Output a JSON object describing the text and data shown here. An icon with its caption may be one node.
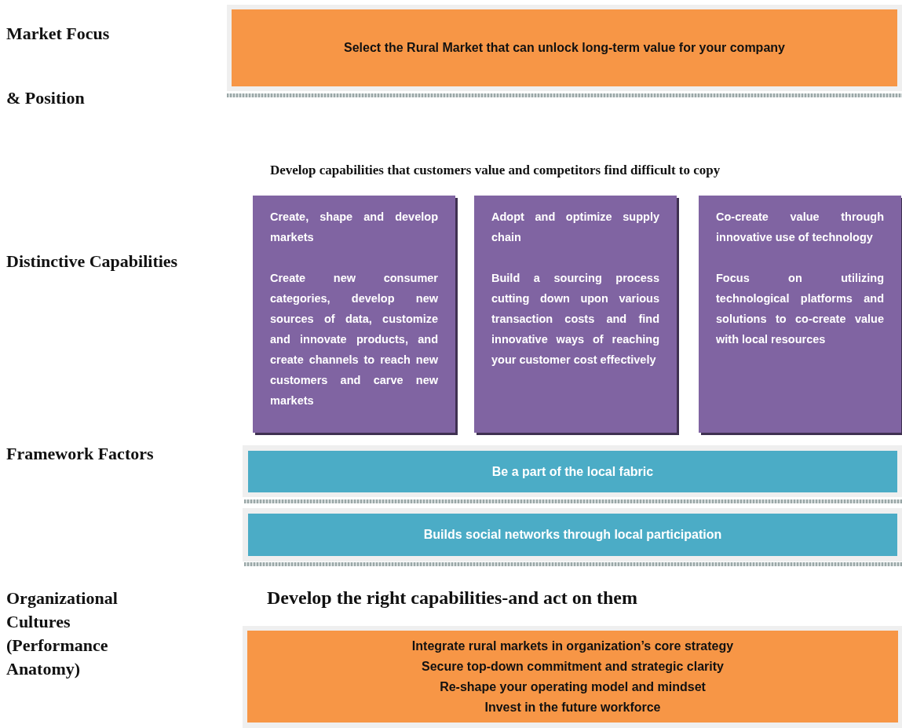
{
  "diagram": {
    "nodes": [
      {
        "text": [
          "Select the Rural Market that can unlock long-term value for your company"
        ]
      },
      {
        "text": [
          "Create, shape and develop markets",
          "Create new consumer categories, develop new sources of data, customize and innovate products, and create channels to reach new customers and carve new markets"
        ]
      },
      {
        "text": [
          "Adopt and optimize supply chain",
          "Build a sourcing process cutting down upon various transaction costs and find innovative ways of reaching your customer cost effectively"
        ]
      },
      {
        "text": [
          "Co-create value through innovative use of technology",
          "Focus on utilizing technological platforms and solutions to co-create value with local resources"
        ]
      },
      {
        "text": [
          "Be a part of the local fabric"
        ]
      },
      {
        "text": [
          "Builds social networks through local participation"
        ]
      },
      {
        "text": [
          "Integrate rural markets in organization’s core strategy",
          "Secure top-down commitment and strategic clarity",
          "Re-shape your operating model and mindset",
          "Invest in the future workforce"
        ]
      }
    ],
    "labels": [
      "Market Focus",
      "& Position",
      "Develop capabilities that customers value and competitors find difficult to copy",
      "Distinctive Capabilities",
      "Framework Factors",
      "Organizational Cultures (Performance Anatomy)",
      "Develop the right capabilities-and act on them"
    ]
  }
}
